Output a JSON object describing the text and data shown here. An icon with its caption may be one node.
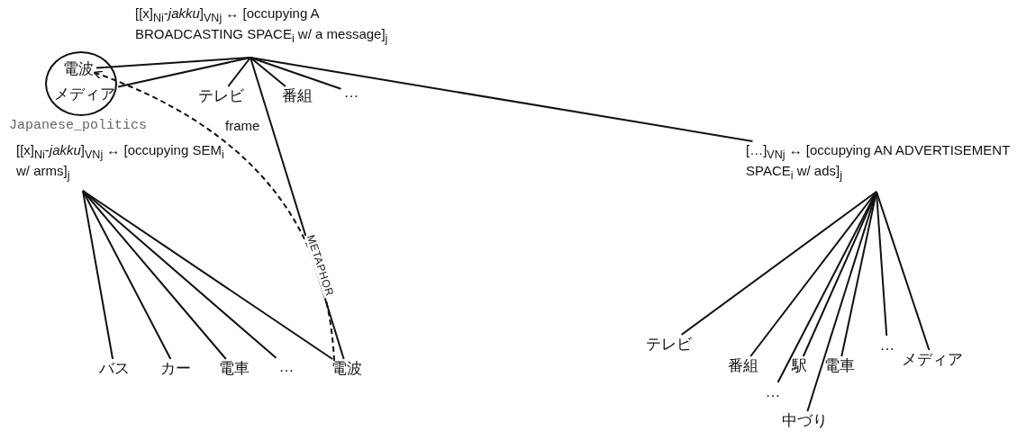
{
  "diagram": {
    "nodes": [
      {
        "text": [
          "[[x]$_{Ni}$-*jakku*]$_{VNj}$ ↔ [occupying A BROADCASTING SPACE$_{i}$ w/ a message]$_{j}$"
        ]
      },
      {
        "text": [],
        "shape": "circle"
      },
      {
        "text": [
          "電波"
        ],
        "in": 1
      },
      {
        "text": [
          "メディア"
        ],
        "in": 1
      },
      {
        "text": [
          "テレビ"
        ]
      },
      {
        "text": [
          "番組"
        ]
      },
      {
        "text": [
          "…"
        ]
      },
      {
        "text": [
          "[[x]$_{Ni}$-*jakku*]$_{VNj}$ ↔ [occupying SEM$_{i}$ w/ arms]$_{j}$"
        ]
      },
      {
        "text": [
          "バス"
        ]
      },
      {
        "text": [
          "カー"
        ]
      },
      {
        "text": [
          "電車"
        ]
      },
      {
        "text": [
          "…"
        ]
      },
      {
        "text": [
          "電波"
        ]
      },
      {
        "text": [
          "[…]$_{VNj}$ ↔ [occupying AN ADVERTISEMENT SPACE$_{i}$ w/ ads]$_{j}$"
        ]
      },
      {
        "text": [
          "テレビ"
        ]
      },
      {
        "text": [
          "番組"
        ]
      },
      {
        "text": [
          "…"
        ]
      },
      {
        "text": [
          "駅"
        ]
      },
      {
        "text": [
          "中づり"
        ]
      },
      {
        "text": [
          "電車"
        ]
      },
      {
        "text": [
          "…"
        ]
      },
      {
        "text": [
          "メディア"
        ]
      }
    ],
    "edges": [
      {
        "from": 0,
        "to": 2,
        "arrow": "none"
      },
      {
        "from": 0,
        "to": 3,
        "arrow": "none"
      },
      {
        "from": 0,
        "to": 4,
        "arrow": "none"
      },
      {
        "from": 0,
        "to": 5,
        "arrow": "none"
      },
      {
        "from": 0,
        "to": 6,
        "arrow": "none"
      },
      {
        "from": 0,
        "to": 12,
        "arrow": "none"
      },
      {
        "from": 0,
        "to": 13,
        "arrow": "none"
      },
      {
        "from": 7,
        "to": 8,
        "arrow": "none"
      },
      {
        "from": 7,
        "to": 9,
        "arrow": "none"
      },
      {
        "from": 7,
        "to": 10,
        "arrow": "none"
      },
      {
        "from": 7,
        "to": 11,
        "arrow": "none"
      },
      {
        "from": 7,
        "to": 12,
        "arrow": "none"
      },
      {
        "from": 12,
        "to": 2,
        "arrow": "to",
        "style": "dashed",
        "label": "METAPHOR"
      },
      {
        "from": 13,
        "to": 14,
        "arrow": "none"
      },
      {
        "from": 13,
        "to": 15,
        "arrow": "none"
      },
      {
        "from": 13,
        "to": 16,
        "arrow": "none"
      },
      {
        "from": 13,
        "to": 17,
        "arrow": "none"
      },
      {
        "from": 13,
        "to": 18,
        "arrow": "none"
      },
      {
        "from": 13,
        "to": 19,
        "arrow": "none"
      },
      {
        "from": 13,
        "to": 20,
        "arrow": "none"
      },
      {
        "from": 13,
        "to": 21,
        "arrow": "none"
      }
    ],
    "labels": [
      "Japanese_politics",
      "frame"
    ]
  }
}
